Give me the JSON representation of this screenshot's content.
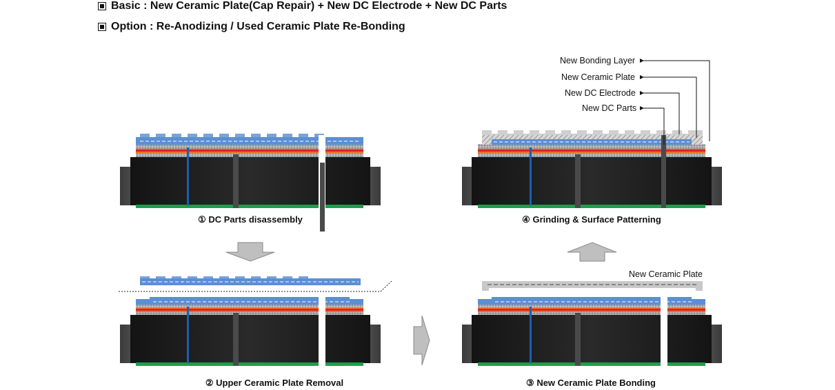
{
  "header": {
    "basic": "Basic : New Ceramic Plate(Cap Repair) + New DC Electrode + New DC Parts",
    "option": "Option : Re-Anodizing / Used Ceramic Plate Re-Bonding"
  },
  "steps": [
    {
      "num": "①",
      "label": "DC Parts disassembly"
    },
    {
      "num": "②",
      "label": "Upper Ceramic Plate Removal"
    },
    {
      "num": "③",
      "label": "New Ceramic Plate Bonding"
    },
    {
      "num": "④",
      "label": "Grinding & Surface Patterning"
    }
  ],
  "callouts": {
    "bonding_layer": "New Bonding Layer",
    "ceramic_plate": "New Ceramic Plate",
    "dc_electrode": "New DC Electrode",
    "dc_parts": "New DC Parts",
    "step3_plate": "New Ceramic Plate"
  },
  "colors": {
    "body": "#1e1e1e",
    "ceramic": "#5b8fd4",
    "electrode_red": "#e02424",
    "orange": "#f07020",
    "green_base": "#1aa04a",
    "new_plate": "#c8c8c8"
  }
}
